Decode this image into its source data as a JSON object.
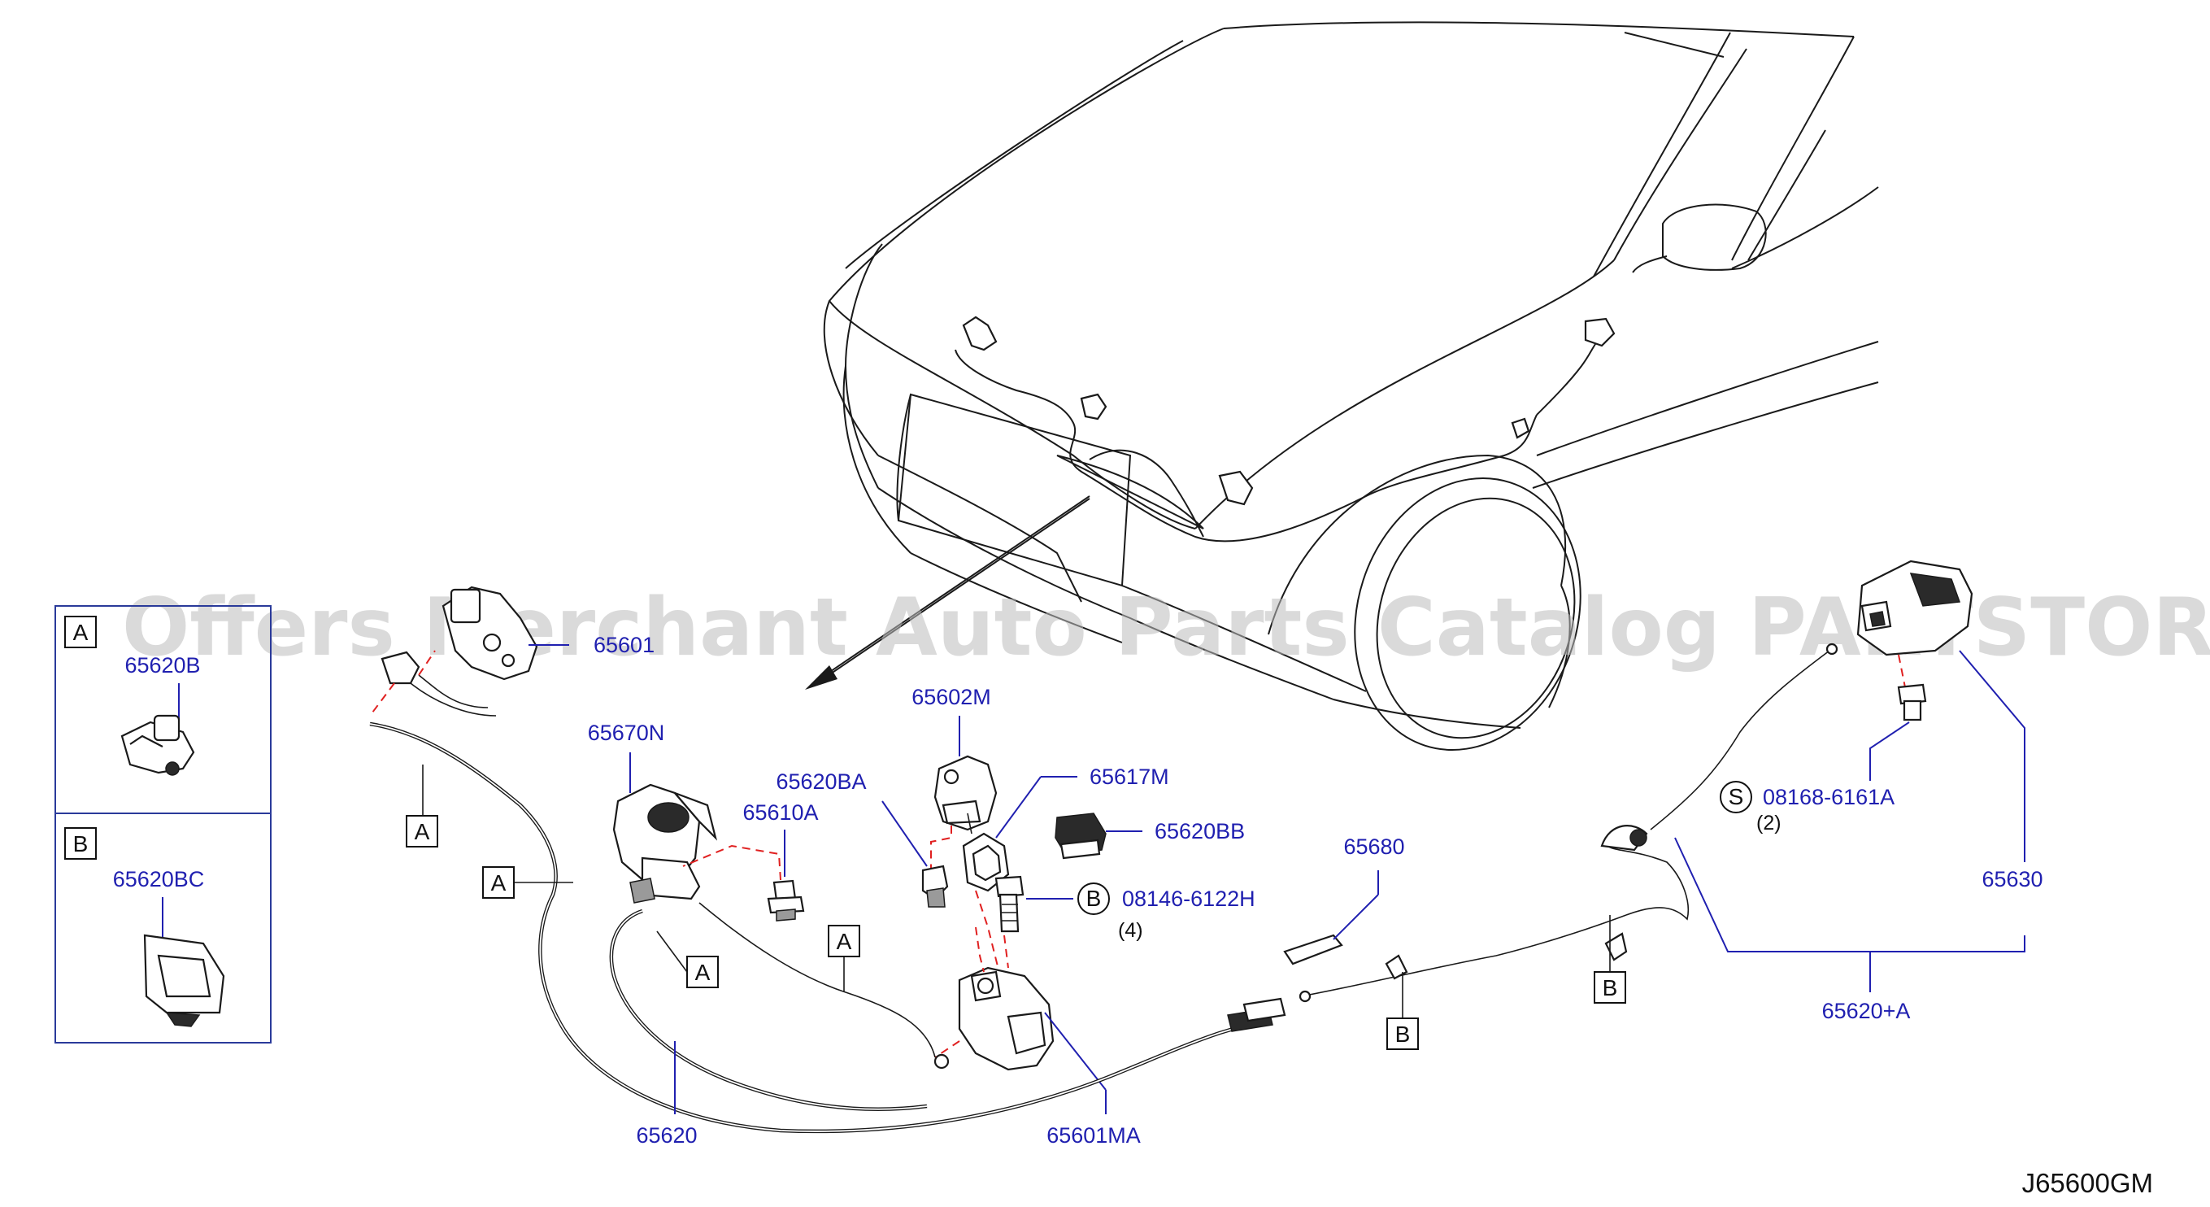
{
  "watermark": "Offers Merchant Auto Parts Catalog PARTSTORE.SA",
  "diagram_code": "J65600GM",
  "inset": {
    "a_letter": "A",
    "a_part": "65620B",
    "b_letter": "B",
    "b_part": "65620BC"
  },
  "parts": {
    "p656010": "65601",
    "p65670N": "65670N",
    "p65602M": "65602M",
    "p65620BA": "65620BA",
    "p65617M": "65617M",
    "p65610A": "65610A",
    "p65620BB": "65620BB",
    "p08146": "08146-6122H",
    "p08146_qty": "(4)",
    "p08146_marker": "B",
    "p65680": "65680",
    "p08168": "08168-6161A",
    "p08168_qty": "(2)",
    "p08168_marker": "S",
    "p65630": "65630",
    "p65620A": "65620+A",
    "p65620": "65620",
    "p65601MA": "65601MA"
  },
  "callouts": {
    "a1": "A",
    "a2": "A",
    "a3": "A",
    "a4": "A",
    "b1": "B",
    "b2": "B"
  }
}
